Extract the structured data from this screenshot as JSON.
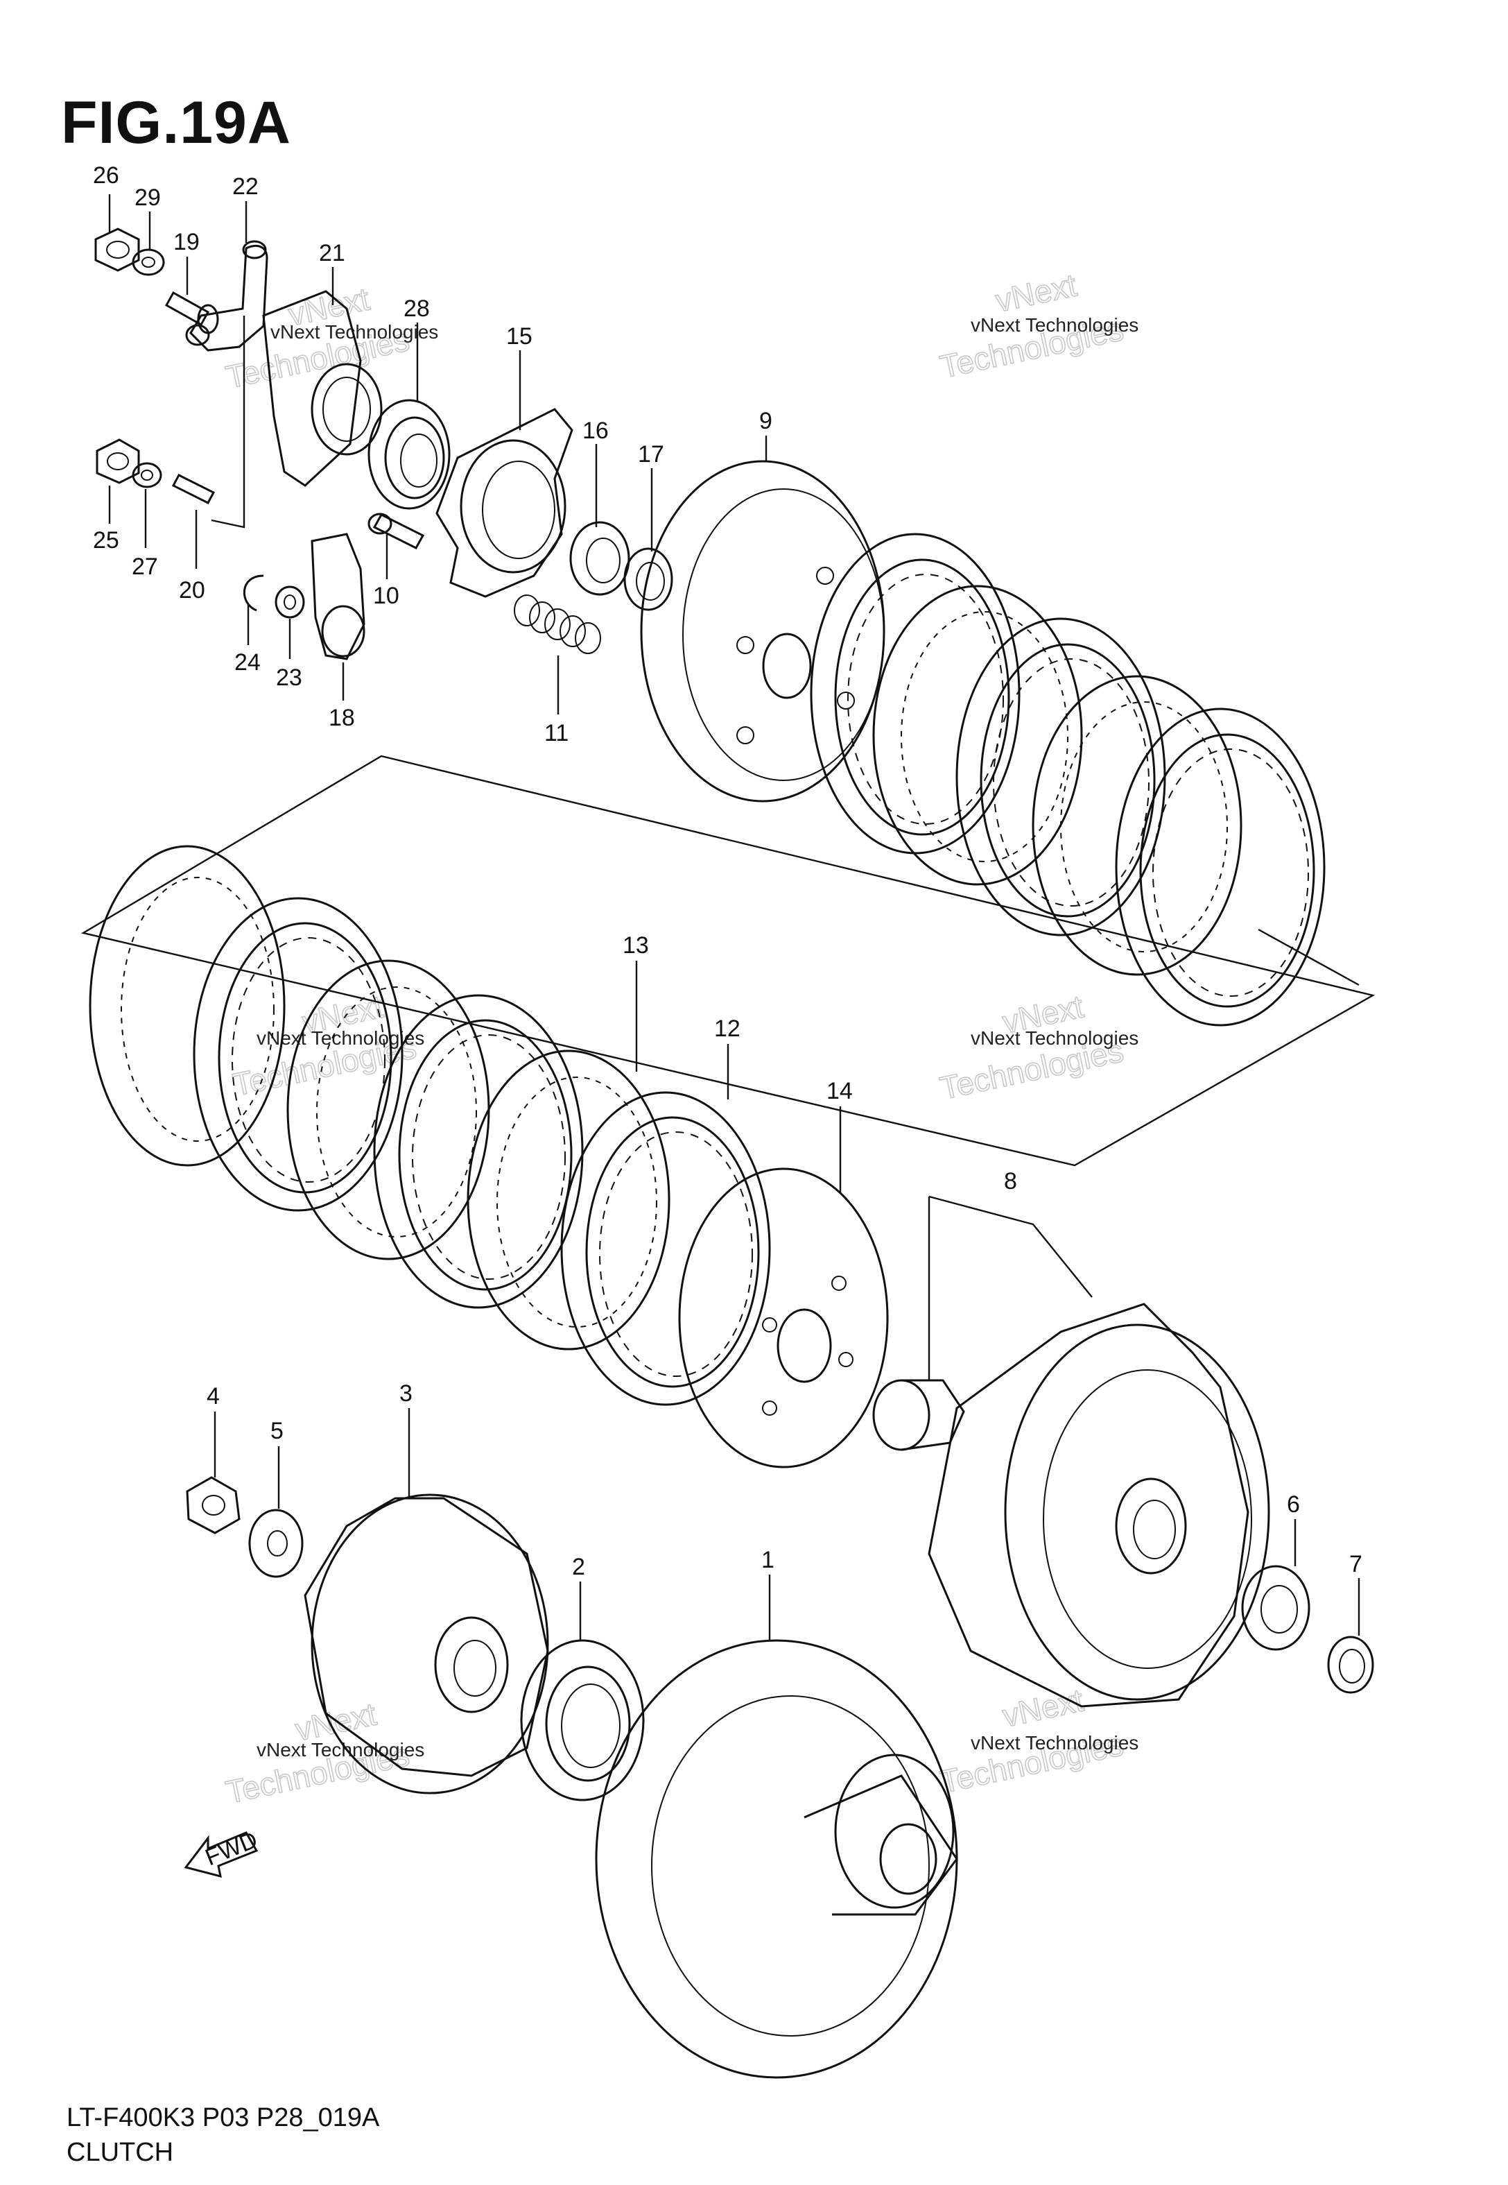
{
  "figure": {
    "title": "FIG.19A",
    "model_code": "LT-F400K3 P03 P28_019A",
    "caption": "CLUTCH"
  },
  "watermark": {
    "line1": "vNext Technologies",
    "line2a": "vNext",
    "line2b": "Technologies"
  },
  "fwd_marker": "FWD",
  "callouts": [
    "26",
    "29",
    "19",
    "22",
    "21",
    "28",
    "15",
    "16",
    "17",
    "9",
    "25",
    "27",
    "20",
    "10",
    "24",
    "23",
    "18",
    "11",
    "13",
    "12",
    "14",
    "8",
    "4",
    "5",
    "3",
    "2",
    "1",
    "6",
    "7"
  ]
}
